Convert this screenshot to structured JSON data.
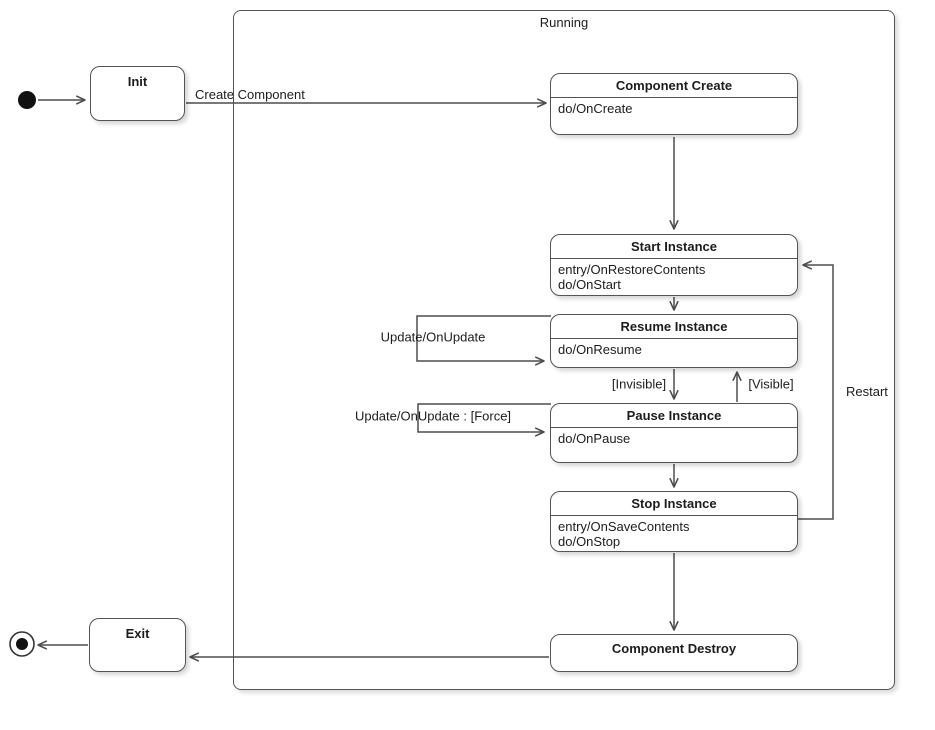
{
  "region": {
    "label": "Running"
  },
  "states": {
    "init": {
      "label": "Init"
    },
    "component_create": {
      "title": "Component Create",
      "lines": [
        "do/OnCreate"
      ]
    },
    "start_instance": {
      "title": "Start Instance",
      "lines": [
        "entry/OnRestoreContents",
        "do/OnStart"
      ]
    },
    "resume_instance": {
      "title": "Resume Instance",
      "lines": [
        "do/OnResume"
      ]
    },
    "pause_instance": {
      "title": "Pause Instance",
      "lines": [
        "do/OnPause"
      ]
    },
    "stop_instance": {
      "title": "Stop Instance",
      "lines": [
        "entry/OnSaveContents",
        "do/OnStop"
      ]
    },
    "component_destroy": {
      "title": "Component Destroy"
    },
    "exit": {
      "label": "Exit"
    }
  },
  "transitions": {
    "create_component": {
      "label": "Create Component"
    },
    "update_resume": {
      "label": "Update/OnUpdate"
    },
    "invisible": {
      "label": "[Invisible]"
    },
    "visible": {
      "label": "[Visible]"
    },
    "update_pause": {
      "label": "Update/OnUpdate :  [Force]"
    },
    "restart": {
      "label": "Restart"
    }
  },
  "colors": {
    "line": "#4d4d4d",
    "border": "#545454",
    "text": "#1c1c1c",
    "state_fill": "#ffffff",
    "terminal_fill": "#111111"
  }
}
